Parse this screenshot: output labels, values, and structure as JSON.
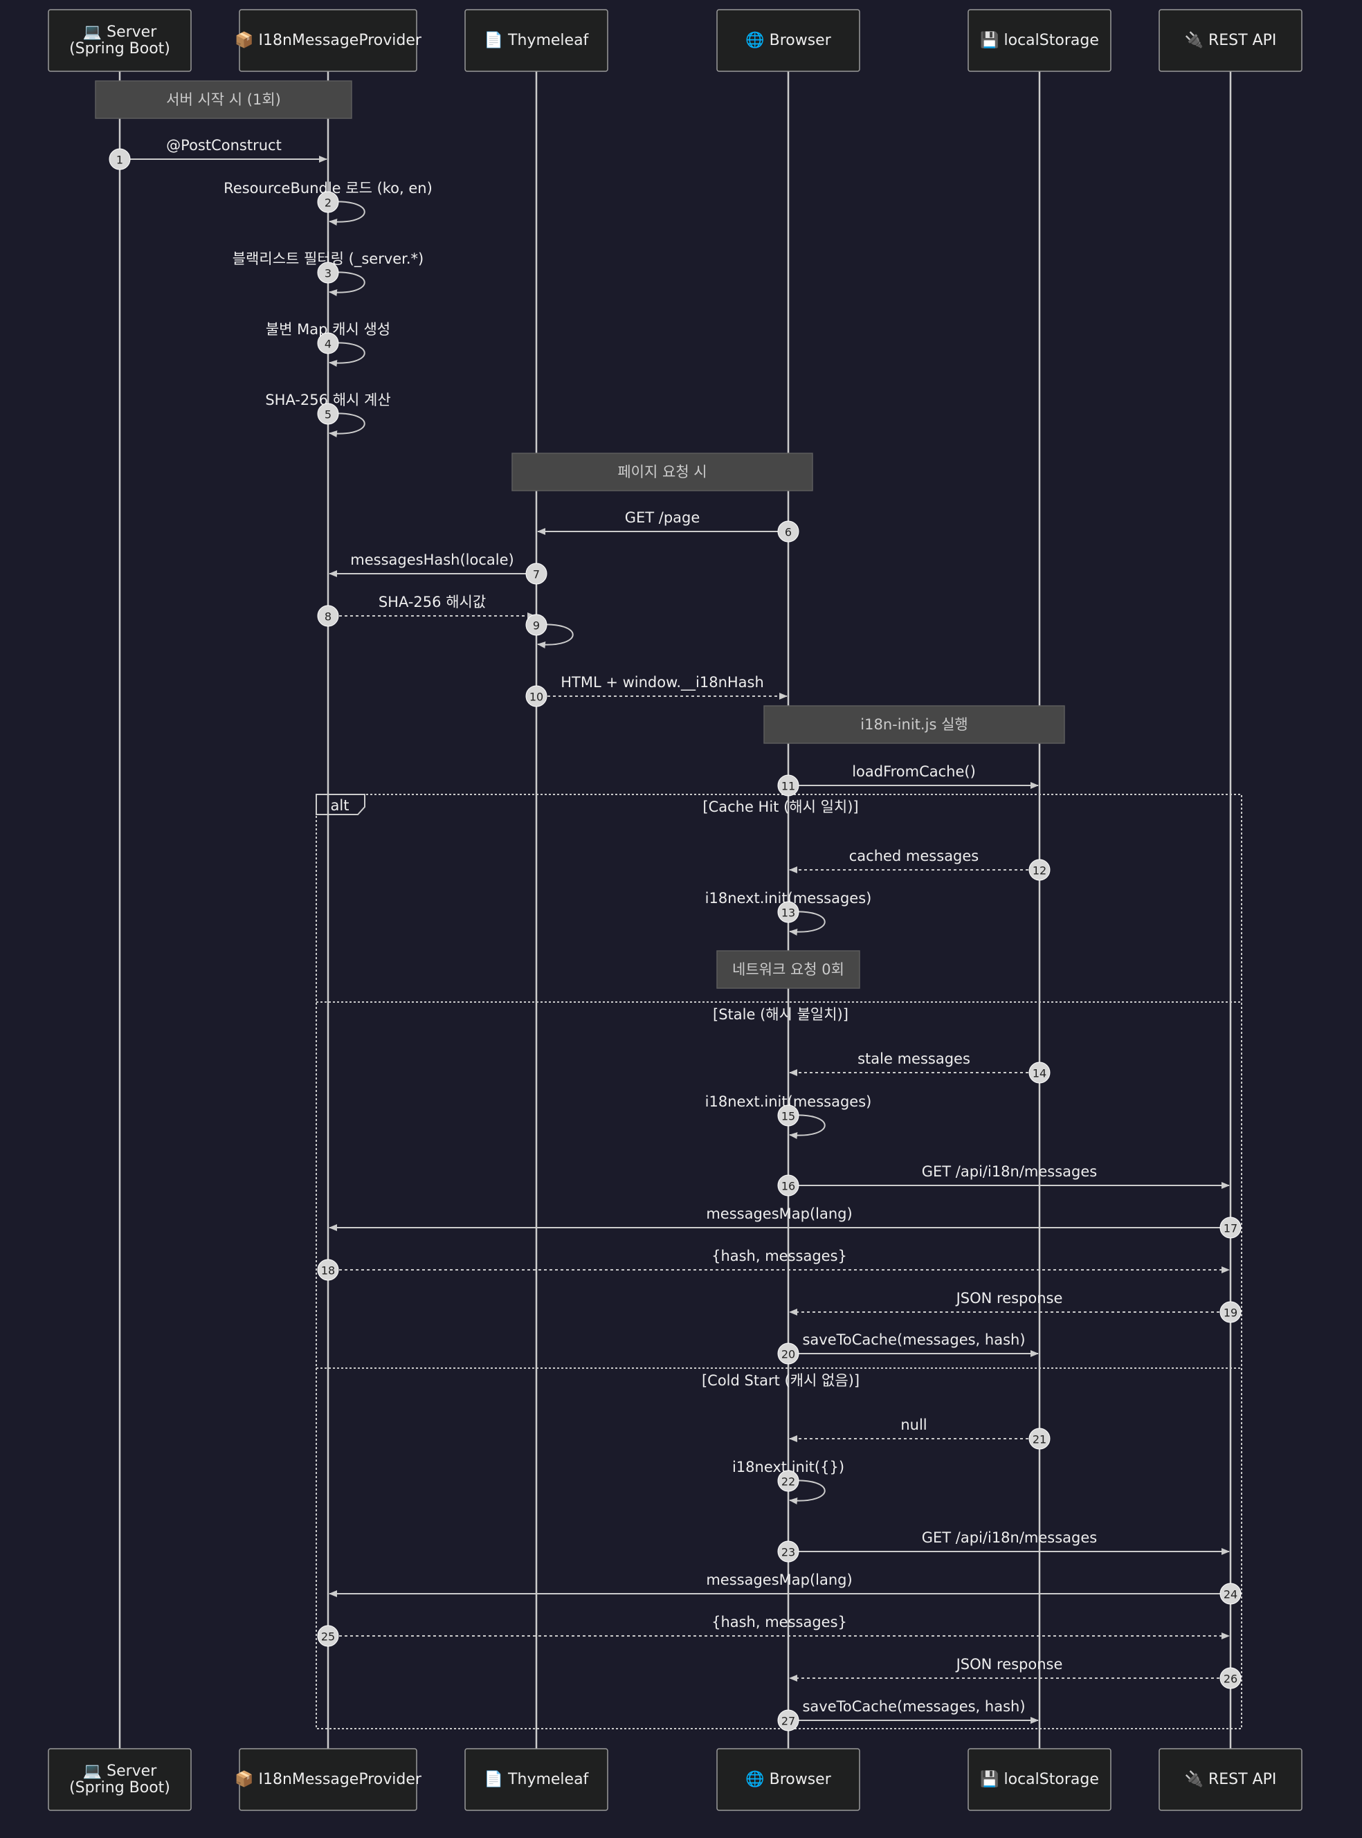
{
  "participants": [
    {
      "id": "server",
      "icon": "💻",
      "label_lines": [
        "Server",
        "(Spring Boot)"
      ]
    },
    {
      "id": "provider",
      "icon": "📦",
      "label_lines": [
        "I18nMessageProvider"
      ]
    },
    {
      "id": "thymeleaf",
      "icon": "📄",
      "label_lines": [
        "Thymeleaf"
      ]
    },
    {
      "id": "browser",
      "icon": "🌐",
      "label_lines": [
        "Browser"
      ]
    },
    {
      "id": "storage",
      "icon": "💾",
      "label_lines": [
        "localStorage"
      ]
    },
    {
      "id": "rest",
      "icon": "🔌",
      "label_lines": [
        "REST API"
      ]
    }
  ],
  "notes": [
    {
      "text": "서버 시작 시 (1회)",
      "over": [
        "server",
        "provider"
      ]
    },
    {
      "text": "페이지 요청 시",
      "over": [
        "thymeleaf",
        "browser"
      ]
    },
    {
      "text": "i18n-init.js 실행",
      "over": [
        "browser",
        "storage"
      ]
    },
    {
      "text": "네트워크 요청 0회",
      "over": [
        "browser"
      ]
    }
  ],
  "messages": [
    {
      "n": 1,
      "from": "server",
      "to": "provider",
      "text": "@PostConstruct",
      "dashed": false
    },
    {
      "n": 2,
      "from": "provider",
      "to": "provider",
      "text": "ResourceBundle 로드 (ko, en)",
      "dashed": false
    },
    {
      "n": 3,
      "from": "provider",
      "to": "provider",
      "text": "블랙리스트 필터링 (_server.*)",
      "dashed": false
    },
    {
      "n": 4,
      "from": "provider",
      "to": "provider",
      "text": "불변 Map 캐시 생성",
      "dashed": false
    },
    {
      "n": 5,
      "from": "provider",
      "to": "provider",
      "text": "SHA-256 해시 계산",
      "dashed": false
    },
    {
      "n": 6,
      "from": "browser",
      "to": "thymeleaf",
      "text": "GET /page",
      "dashed": false
    },
    {
      "n": 7,
      "from": "thymeleaf",
      "to": "provider",
      "text": "messagesHash(locale)",
      "dashed": false
    },
    {
      "n": 8,
      "from": "provider",
      "to": "thymeleaf",
      "text": "SHA-256 해시값",
      "dashed": true
    },
    {
      "n": 9,
      "from": "thymeleaf",
      "to": "thymeleaf",
      "text": "",
      "dashed": false
    },
    {
      "n": 10,
      "from": "thymeleaf",
      "to": "browser",
      "text": "HTML + window.__i18nHash",
      "dashed": true
    },
    {
      "n": 11,
      "from": "browser",
      "to": "storage",
      "text": "loadFromCache()",
      "dashed": false
    },
    {
      "n": 12,
      "from": "storage",
      "to": "browser",
      "text": "cached messages",
      "dashed": true
    },
    {
      "n": 13,
      "from": "browser",
      "to": "browser",
      "text": "i18next.init(messages)",
      "dashed": false
    },
    {
      "n": 14,
      "from": "storage",
      "to": "browser",
      "text": "stale messages",
      "dashed": true
    },
    {
      "n": 15,
      "from": "browser",
      "to": "browser",
      "text": "i18next.init(messages)",
      "dashed": false
    },
    {
      "n": 16,
      "from": "browser",
      "to": "rest",
      "text": "GET /api/i18n/messages",
      "dashed": false
    },
    {
      "n": 17,
      "from": "rest",
      "to": "provider",
      "text": "messagesMap(lang)",
      "dashed": false
    },
    {
      "n": 18,
      "from": "provider",
      "to": "rest",
      "text": "{hash, messages}",
      "dashed": true
    },
    {
      "n": 19,
      "from": "rest",
      "to": "browser",
      "text": "JSON response",
      "dashed": true
    },
    {
      "n": 20,
      "from": "browser",
      "to": "storage",
      "text": "saveToCache(messages, hash)",
      "dashed": false
    },
    {
      "n": 21,
      "from": "storage",
      "to": "browser",
      "text": "null",
      "dashed": true
    },
    {
      "n": 22,
      "from": "browser",
      "to": "browser",
      "text": "i18next.init({})",
      "dashed": false
    },
    {
      "n": 23,
      "from": "browser",
      "to": "rest",
      "text": "GET /api/i18n/messages",
      "dashed": false
    },
    {
      "n": 24,
      "from": "rest",
      "to": "provider",
      "text": "messagesMap(lang)",
      "dashed": false
    },
    {
      "n": 25,
      "from": "provider",
      "to": "rest",
      "text": "{hash, messages}",
      "dashed": true
    },
    {
      "n": 26,
      "from": "rest",
      "to": "browser",
      "text": "JSON response",
      "dashed": true
    },
    {
      "n": 27,
      "from": "browser",
      "to": "storage",
      "text": "saveToCache(messages, hash)",
      "dashed": false
    }
  ],
  "alt_block": {
    "label": "alt",
    "sections": [
      "[Cache Hit (해시 일치)]",
      "[Stale (해시 불일치)]",
      "[Cold Start (캐시 없음)]"
    ]
  },
  "colors": {
    "background": "#1b1b2a",
    "box_fill": "#1f2020",
    "note_fill": "#474747",
    "line": "#cccccc",
    "text": "#eeeeee",
    "note_text": "#cccccc",
    "badge_fill": "#d8d8d8",
    "badge_text": "#222222"
  }
}
